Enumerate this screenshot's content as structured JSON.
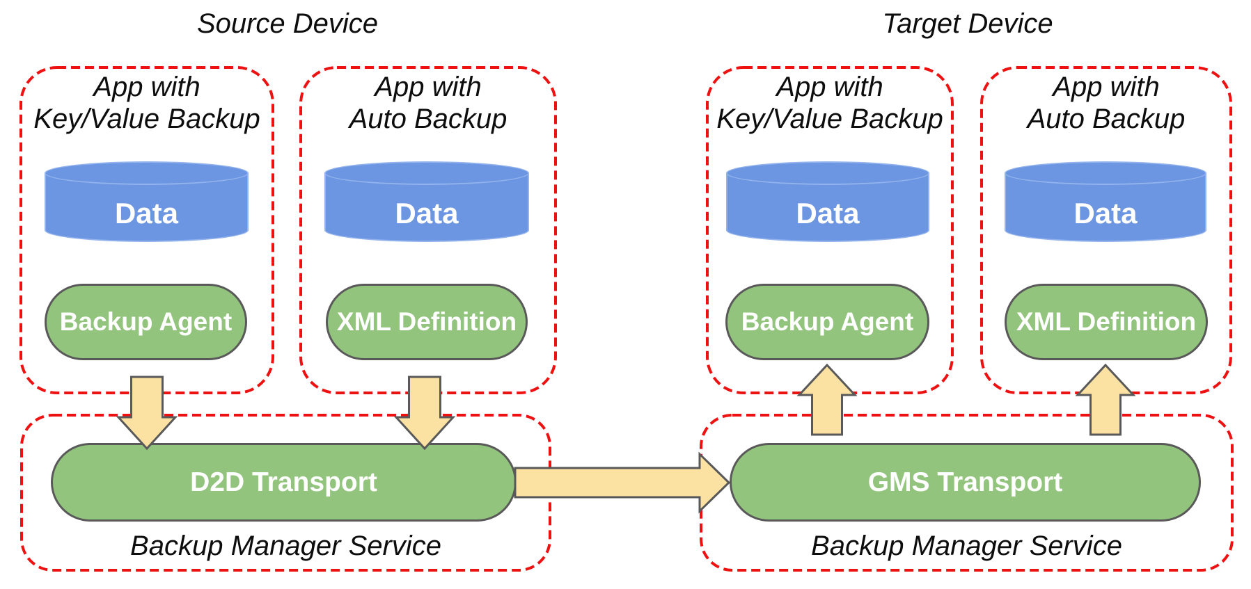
{
  "diagram": {
    "source": {
      "title": "Source Device",
      "apps": [
        {
          "title_line1": "App with",
          "title_line2": "Key/Value Backup",
          "data_label": "Data",
          "component_label": "Backup Agent"
        },
        {
          "title_line1": "App with",
          "title_line2": "Auto Backup",
          "data_label": "Data",
          "component_label": "XML Definition"
        }
      ],
      "service": {
        "transport_label": "D2D Transport",
        "service_label": "Backup Manager Service"
      }
    },
    "target": {
      "title": "Target Device",
      "apps": [
        {
          "title_line1": "App with",
          "title_line2": "Key/Value Backup",
          "data_label": "Data",
          "component_label": "Backup Agent"
        },
        {
          "title_line1": "App with",
          "title_line2": "Auto Backup",
          "data_label": "Data",
          "component_label": "XML Definition"
        }
      ],
      "service": {
        "transport_label": "GMS Transport",
        "service_label": "Backup Manager Service"
      }
    },
    "arrows": [
      {
        "direction": "down",
        "from": "Backup Agent (source)",
        "to": "D2D Transport"
      },
      {
        "direction": "down",
        "from": "XML Definition (source)",
        "to": "D2D Transport"
      },
      {
        "direction": "right",
        "from": "D2D Transport",
        "to": "GMS Transport"
      },
      {
        "direction": "up",
        "from": "GMS Transport",
        "to": "Backup Agent (target)"
      },
      {
        "direction": "up",
        "from": "GMS Transport",
        "to": "XML Definition (target)"
      }
    ]
  },
  "colors": {
    "red": "#ee1111",
    "green": "#93c47d",
    "yellow": "#fbe2a2",
    "blue": "#6c96e2",
    "blue_hi": "#93b3ec",
    "outline": "#595959",
    "text": "#0d0d0d",
    "white_text": "#ffffff"
  }
}
